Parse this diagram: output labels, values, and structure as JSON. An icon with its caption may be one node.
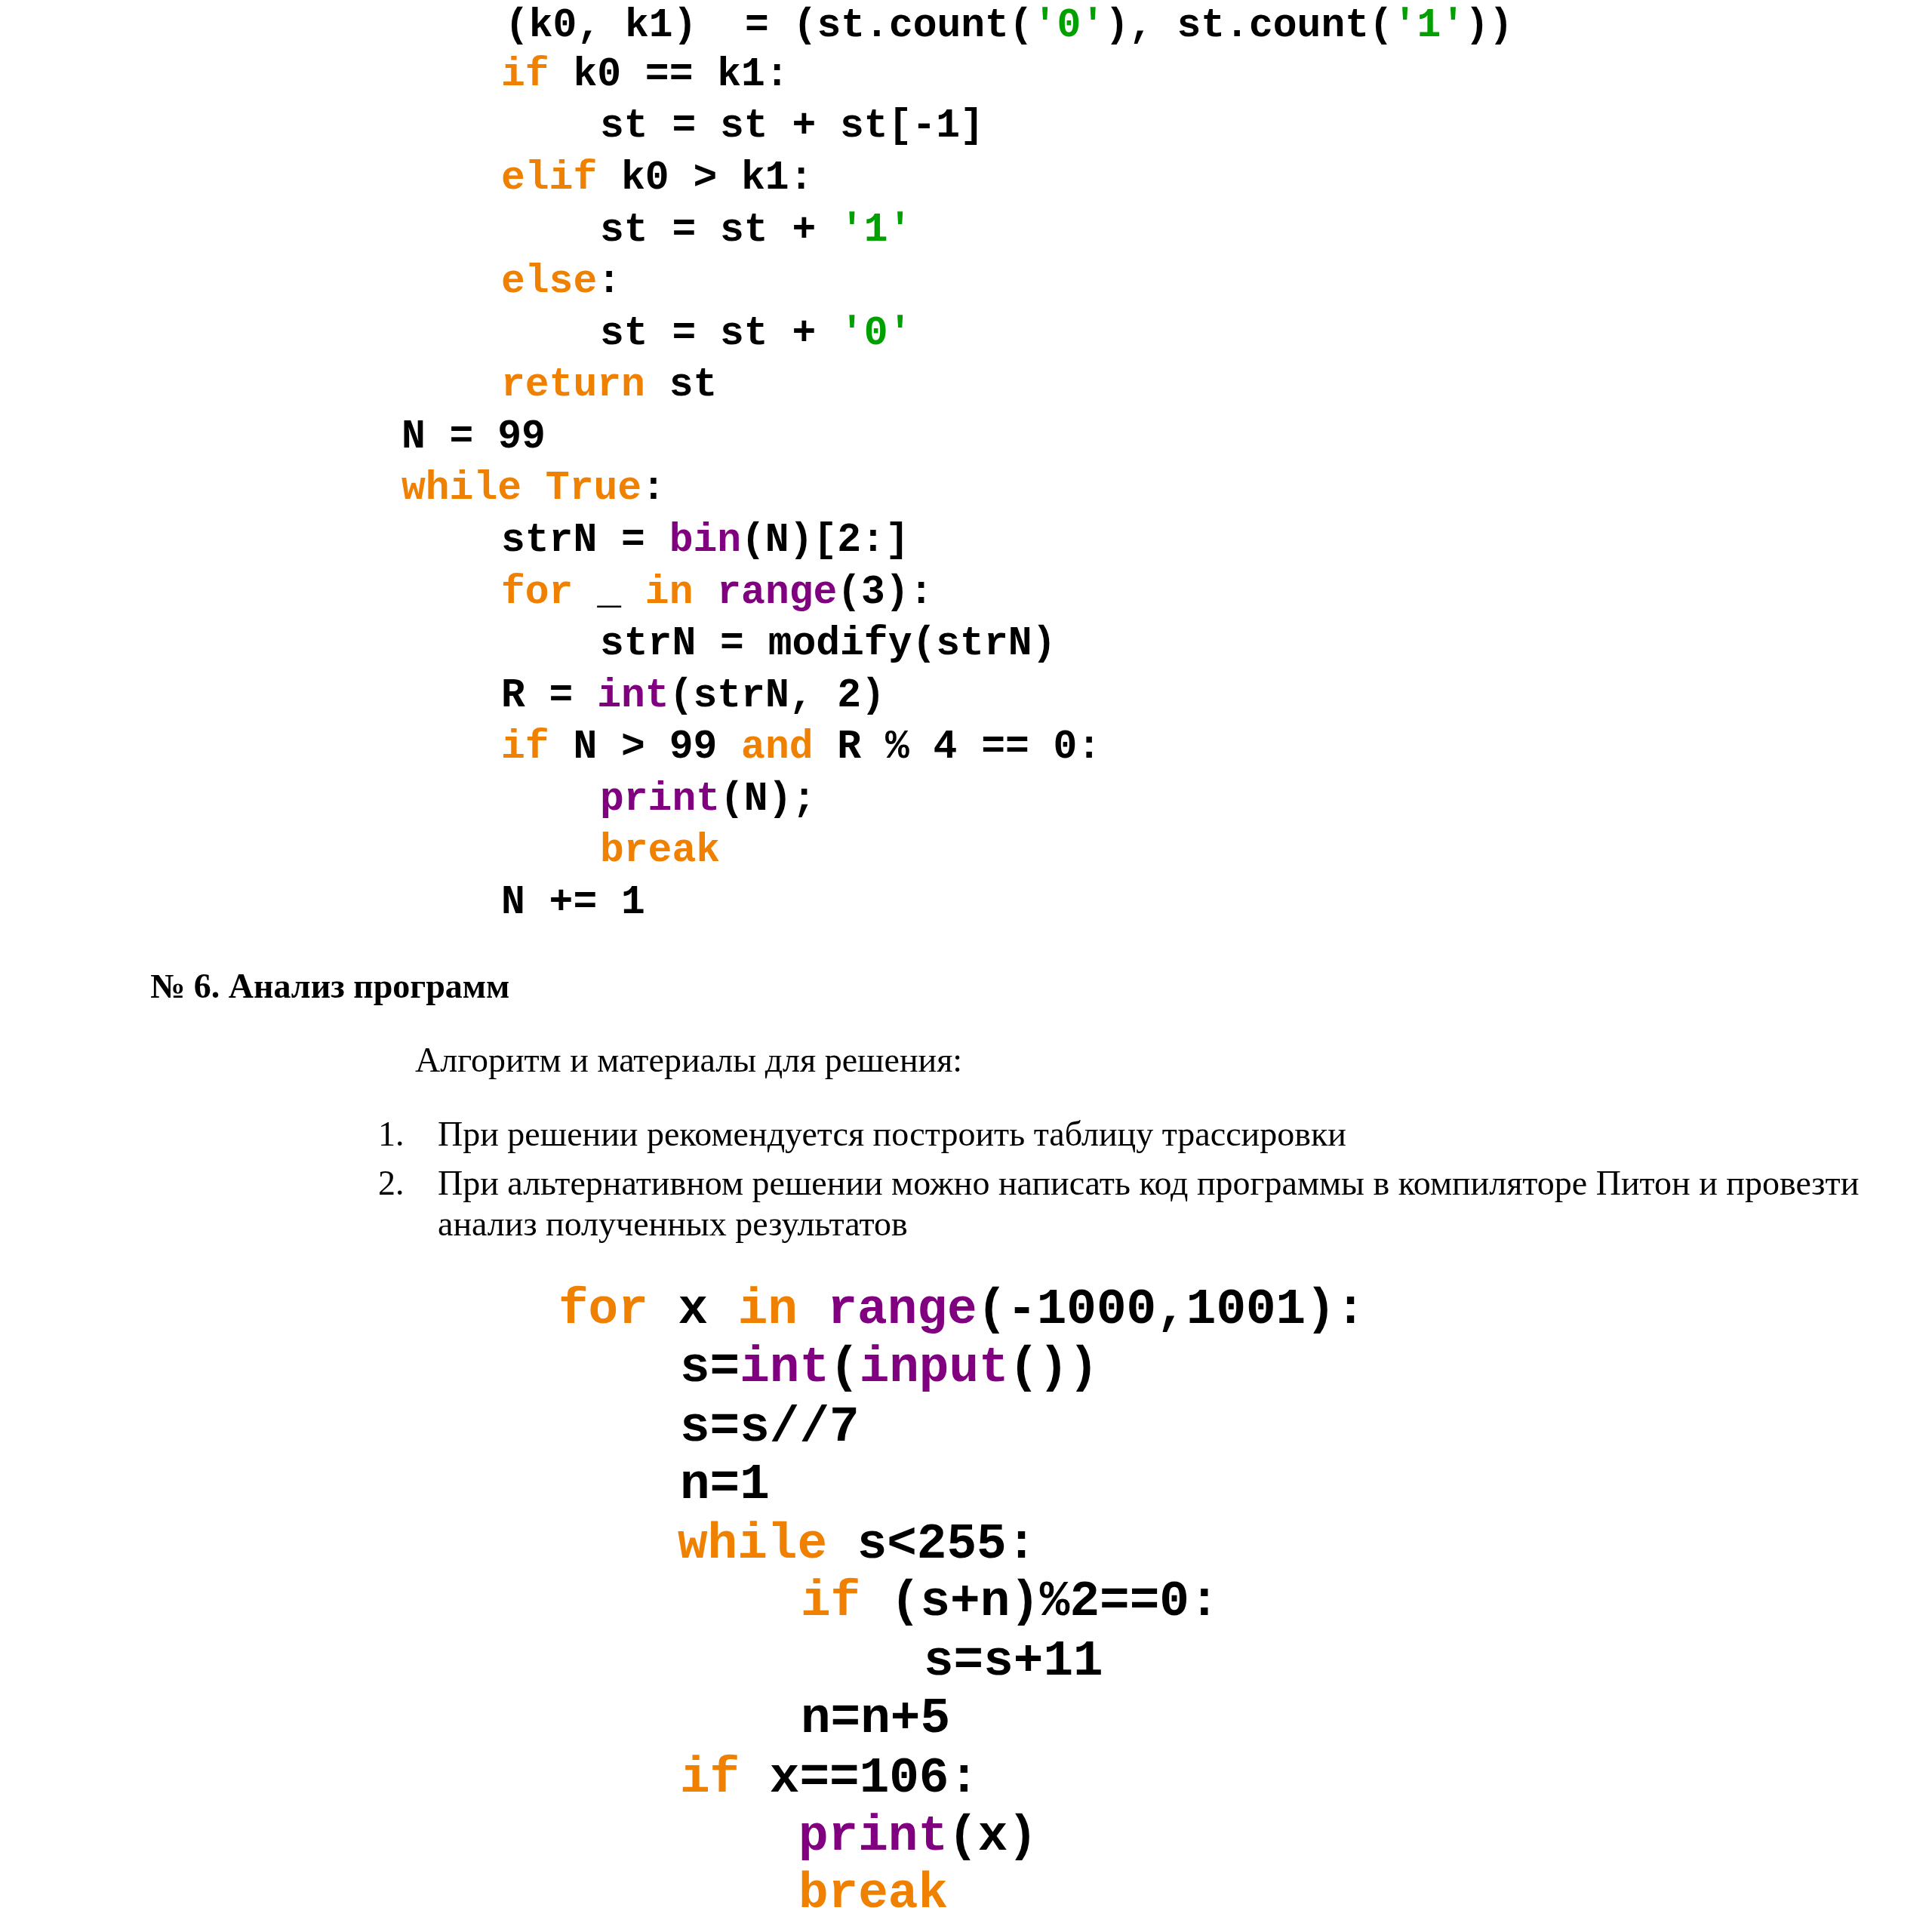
{
  "diagram": {
    "labels": [
      "(k0, k1)  = (st.count('0'), st.count('1'))",
      "if k0 == k1:",
      "st = st + st[-1]",
      "elif k0 > k1:",
      "st = st + '1'",
      "else:",
      "st = st + '0'",
      "return st",
      "N = 99",
      "while True:",
      "strN = bin(N)[2:]",
      "for _ in range(3):",
      "strN = modify(strN)",
      "R = int(strN, 2)",
      "if N > 99 and R % 4 == 0:",
      "print(N);",
      "break",
      "N += 1",
      "№ 6. Анализ программ",
      "Алгоритм и материалы для решения:",
      "1.",
      "При решении рекомендуется построить таблицу трассировки",
      "2.",
      "При альтернативном решении можно написать код программы в компиляторе Питон и провезти анализ полученных результатов",
      "for x in range(-1000,1001):",
      "s=int(input())",
      "s=s//7",
      "n=1",
      "while s<255:",
      "if (s+n)%2==0:",
      "s=s+11",
      "n=n+5",
      "if x==106:",
      "print(x)",
      "break"
    ]
  }
}
